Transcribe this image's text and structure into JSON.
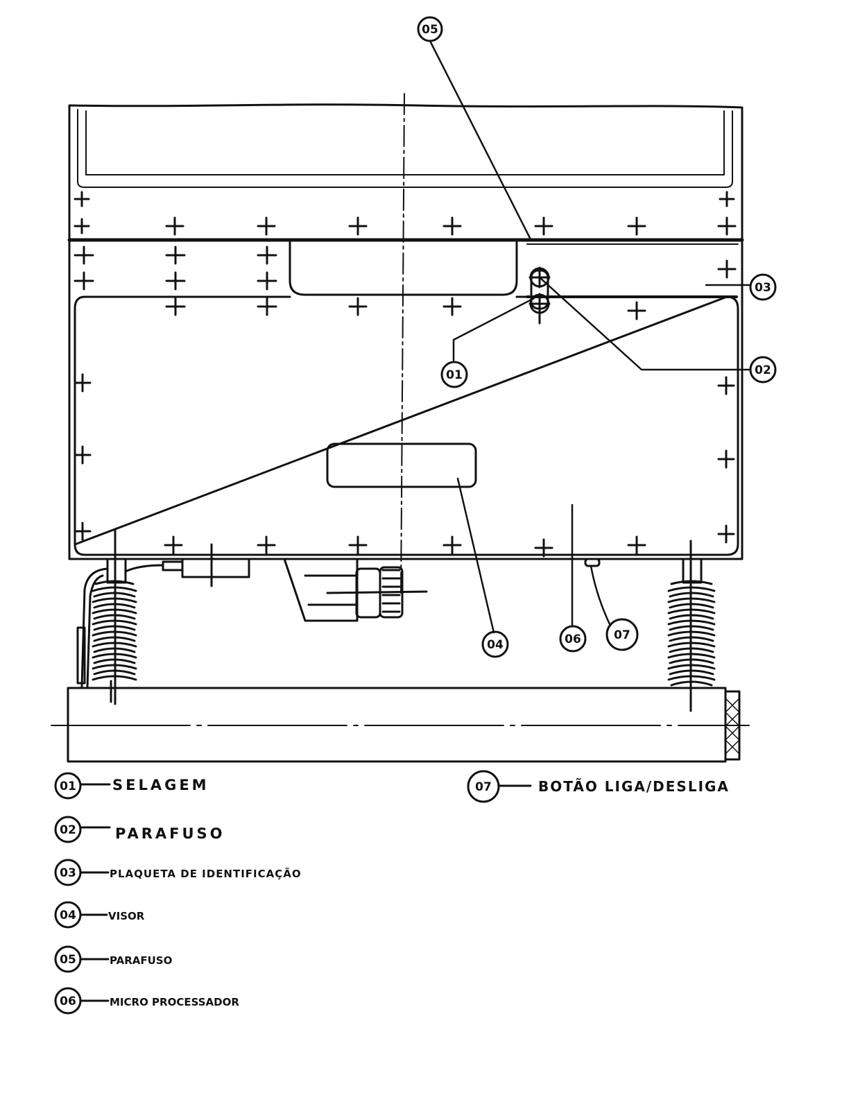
{
  "diagram": {
    "callouts": [
      "05",
      "03",
      "02",
      "01",
      "04",
      "06",
      "07"
    ],
    "legend": [
      {
        "number": "01",
        "label": "SELAGEM"
      },
      {
        "number": "02",
        "label": "PARAFUSO"
      },
      {
        "number": "03",
        "label": "PLAQUETA DE IDENTIFICAÇÃO"
      },
      {
        "number": "04",
        "label": "VISOR"
      },
      {
        "number": "05",
        "label": "PARAFUSO"
      },
      {
        "number": "06",
        "label": "MICRO PROCESSADOR"
      },
      {
        "number": "07",
        "label": "BOTÃO LIGA/DESLIGA"
      }
    ]
  }
}
